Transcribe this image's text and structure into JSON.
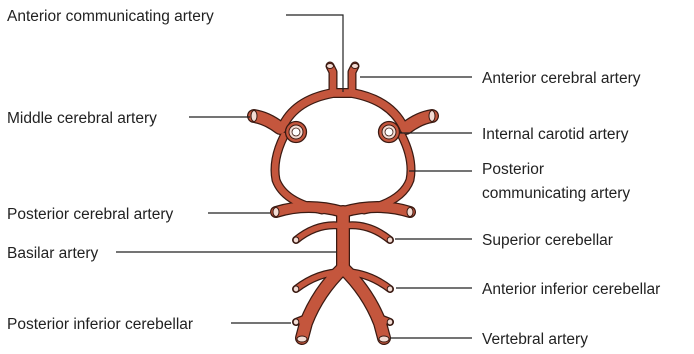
{
  "labels": {
    "acomm": "Anterior communicating artery",
    "aca": "Anterior cerebral artery",
    "mca": "Middle cerebral artery",
    "ica": "Internal carotid artery",
    "pcomm_line1": "Posterior",
    "pcomm_line2": "communicating artery",
    "pca": "Posterior cerebral artery",
    "basilar": "Basilar artery",
    "superior_cerebellar": "Superior cerebellar",
    "aica": "Anterior inferior cerebellar",
    "pica": "Posterior inferior cerebellar",
    "vertebral": "Vertebral artery"
  },
  "colors": {
    "vessel_fill": "#c4563d",
    "vessel_outline": "#3a1a12",
    "vessel_end": "#f3dcd4",
    "text": "#222222"
  }
}
